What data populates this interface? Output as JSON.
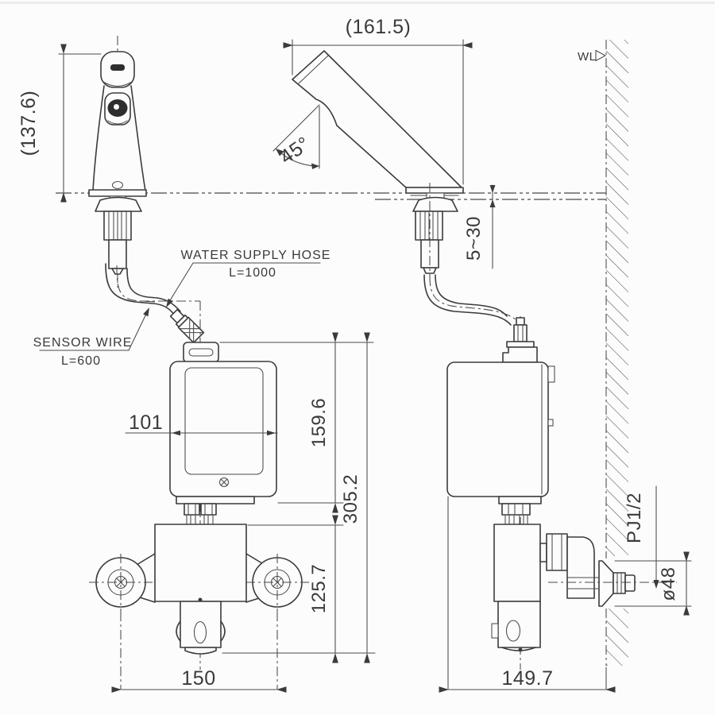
{
  "drawing": {
    "background": "#fcfcfc",
    "line_color": "#3b3b3b",
    "annotations": {
      "wall_line_label": "WL",
      "water_supply_hose_label": "WATER SUPPLY HOSE",
      "water_supply_hose_length": "L=1000",
      "sensor_wire_label": "SENSOR WIRE",
      "sensor_wire_length": "L=600"
    },
    "dimensions": {
      "faucet_overall_height": "(137.6)",
      "spout_overall_length": "(161.5)",
      "spout_angle": "45°",
      "counter_thickness_range": "5~30",
      "controller_width": "101",
      "controller_height": "159.6",
      "under_counter_overall_height": "305.2",
      "valve_assembly_height": "125.7",
      "mounting_hole_pitch": "150",
      "side_view_depth": "149.7",
      "wall_escutcheon_diameter": "ø48",
      "supply_thread_size": "PJ1/2"
    }
  }
}
